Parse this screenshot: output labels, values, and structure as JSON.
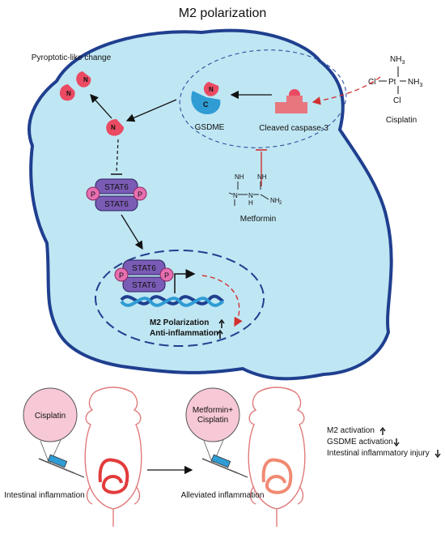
{
  "title": "M2 polarization",
  "cell": {
    "pyroptotic_label": "Pyroptotic-like change",
    "n_label": "N",
    "c_label": "C",
    "gsdme_label": "GSDME",
    "caspase_label": "Cleaved caspase-3",
    "stat6_label": "STAT6",
    "p_label": "P",
    "metformin_label": "Metformin",
    "m2_line": "M2 Polarization",
    "anti_line": "Anti-inflammation"
  },
  "cisplatin_struct": {
    "nh3_top": "NH",
    "sub3": "3",
    "cl_pt_left": "Cl",
    "pt": "Pt",
    "nh3_right": "NH",
    "cl_bottom": "Cl",
    "name": "Cisplatin"
  },
  "metformin_struct": {
    "nh_top1": "NH",
    "nh_top2": "NH",
    "n_left": "N",
    "n_mid": "N",
    "h_mid": "H",
    "nh2": "NH",
    "sub2": "2"
  },
  "bottom": {
    "left_bubble": "Cisplatin",
    "right_bubble_line1": "Metformin+",
    "right_bubble_line2": "Cisplatin",
    "left_caption": "Intestinal inflammation",
    "right_caption": "Alleviated inflammation",
    "effects": [
      "M2 activation",
      "GSDME activation",
      "Intestinal inflammatory injury"
    ]
  },
  "colors": {
    "cell_fill": "#bfe6f3",
    "cell_stroke": "#1f3f8f",
    "n_red": "#ea4a62",
    "c_blue": "#2f9cd4",
    "stat6": "#7a5bb5",
    "phos": "#e66fb0",
    "inhibit_red": "#d32f2f",
    "bubble": "#f7c8d6",
    "gut": "#e23b3b"
  }
}
